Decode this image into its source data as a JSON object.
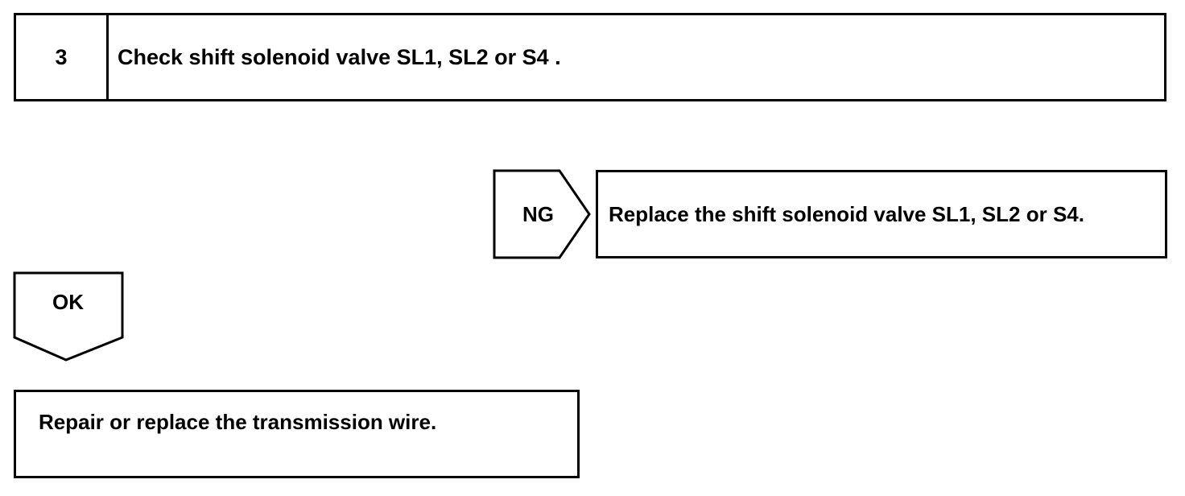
{
  "step": {
    "number": "3",
    "title": "Check shift solenoid valve SL1, SL2 or S4 ."
  },
  "ng_branch": {
    "label": "NG",
    "action": "Replace the shift solenoid valve SL1, SL2 or S4."
  },
  "ok_branch": {
    "label": "OK",
    "action": "Repair or replace the transmission wire."
  },
  "colors": {
    "line": "#000000",
    "background": "#ffffff"
  }
}
